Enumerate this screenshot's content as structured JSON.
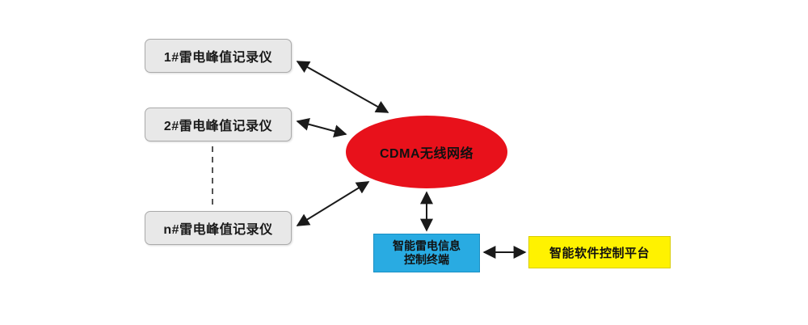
{
  "diagram": {
    "recorders": [
      {
        "label": "1#雷电峰值记录仪"
      },
      {
        "label": "2#雷电峰值记录仪"
      },
      {
        "label": "n#雷电峰值记录仪"
      }
    ],
    "network": {
      "label": "CDMA无线网络"
    },
    "terminal": {
      "label_line1": "智能雷电信息",
      "label_line2": "控制终端"
    },
    "platform": {
      "label": "智能软件控制平台"
    },
    "colors": {
      "network_fill": "#e8111b",
      "terminal_fill": "#29abe2",
      "platform_fill": "#fff200",
      "recorder_fill": "#e8e8e8",
      "arrow": "#1a1a1a"
    }
  }
}
